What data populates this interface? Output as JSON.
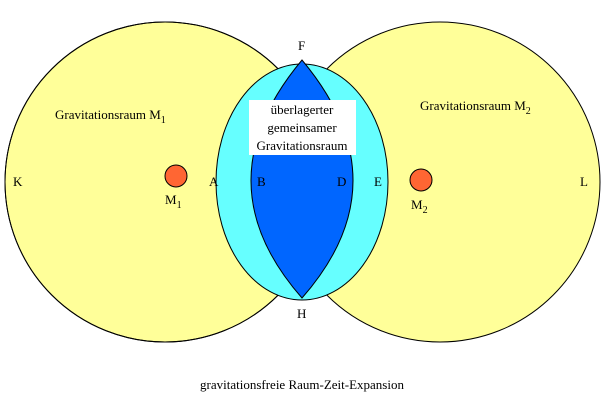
{
  "colors": {
    "gravity_space": "#ffff99",
    "inner_region": "#66ffff",
    "overlap_region": "#0066ff",
    "mass": "#ff6633",
    "outline": "#000000",
    "label_box": "#ffffff"
  },
  "labels": {
    "space_left_prefix": "Gravitationsraum M",
    "space_left_sub": "1",
    "space_right_prefix": "Gravitationsraum M",
    "space_right_sub": "2",
    "mass_left_prefix": "M",
    "mass_left_sub": "1",
    "mass_right_prefix": "M",
    "mass_right_sub": "2",
    "overlap_line1": "überlagerter",
    "overlap_line2": "gemeinsamer",
    "overlap_line3": "Gravitationsraum",
    "point_f": "F",
    "point_h": "H",
    "point_k": "K",
    "point_l": "L",
    "point_a": "A",
    "point_b": "B",
    "point_d": "D",
    "point_e": "E",
    "caption": "gravitationsfreie Raum-Zeit-Expansion"
  }
}
